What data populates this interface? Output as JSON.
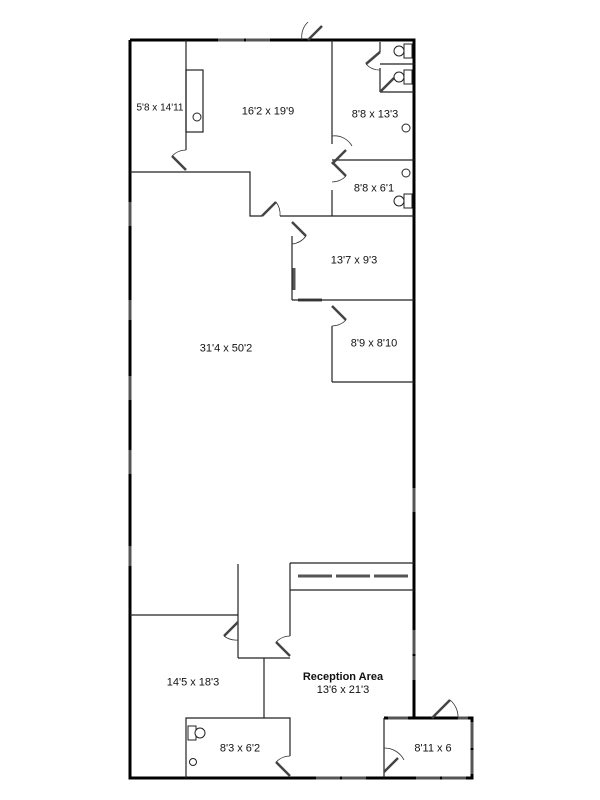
{
  "plan": {
    "rooms": [
      {
        "id": "closet",
        "label": "5'8 x 14'11"
      },
      {
        "id": "office-north",
        "label": "16'2 x 19'9"
      },
      {
        "id": "restroom-large",
        "label": "8'8 x 13'3"
      },
      {
        "id": "restroom-small",
        "label": "8'8 x 6'1"
      },
      {
        "id": "office-mid",
        "label": "13'7 x 9'3"
      },
      {
        "id": "office-small",
        "label": "8'9 x 8'10"
      },
      {
        "id": "main-hall",
        "label": "31'4 x 50'2"
      },
      {
        "id": "office-southwest",
        "label": "14'5 x 18'3"
      },
      {
        "id": "reception",
        "name": "Reception Area",
        "label": "13'6 x 21'3"
      },
      {
        "id": "restroom-south",
        "label": "8'3 x 6'2"
      },
      {
        "id": "vestibule",
        "label": "8'11 x 6"
      }
    ]
  }
}
